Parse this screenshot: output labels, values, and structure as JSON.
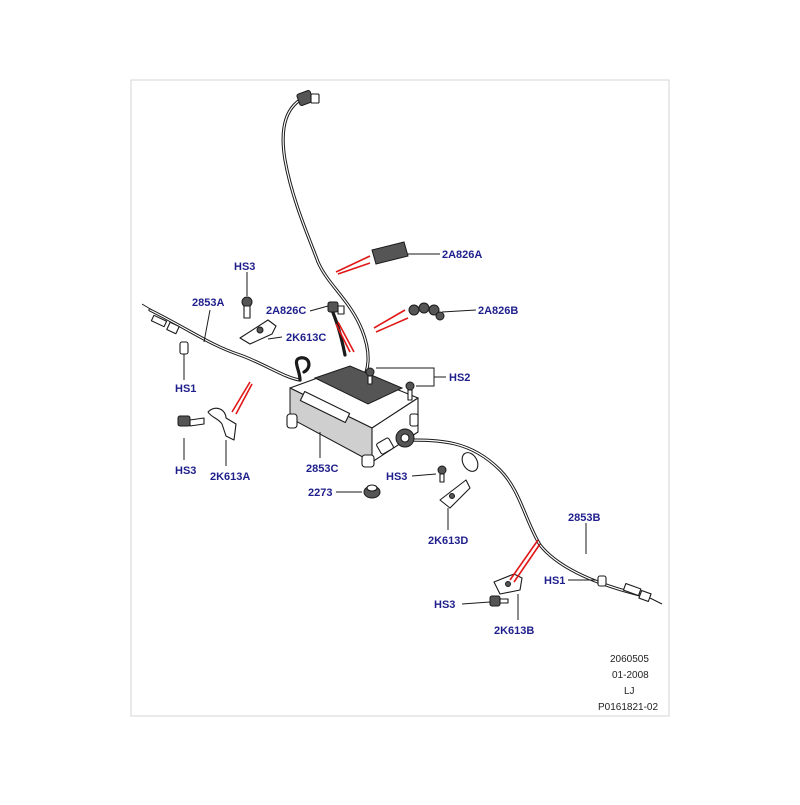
{
  "diagram": {
    "callouts": {
      "hs3_top": "HS3",
      "c2853a": "2853A",
      "hs1_left": "HS1",
      "hs3_left": "HS3",
      "c2k613a": "2K613A",
      "c2a826a": "2A826A",
      "c2a826c": "2A826C",
      "c2k613c": "2K613C",
      "c2a826b": "2A826B",
      "hs2": "HS2",
      "c2853c": "2853C",
      "c2273": "2273",
      "hs3_mid": "HS3",
      "c2k613d": "2K613D",
      "c2853b": "2853B",
      "hs1_right": "HS1",
      "hs3_bottom": "HS3",
      "c2k613b": "2K613B"
    },
    "footer": {
      "line1": "2060505",
      "line2": "01-2008",
      "line3": "LJ",
      "line4": "P0161821-02"
    }
  }
}
